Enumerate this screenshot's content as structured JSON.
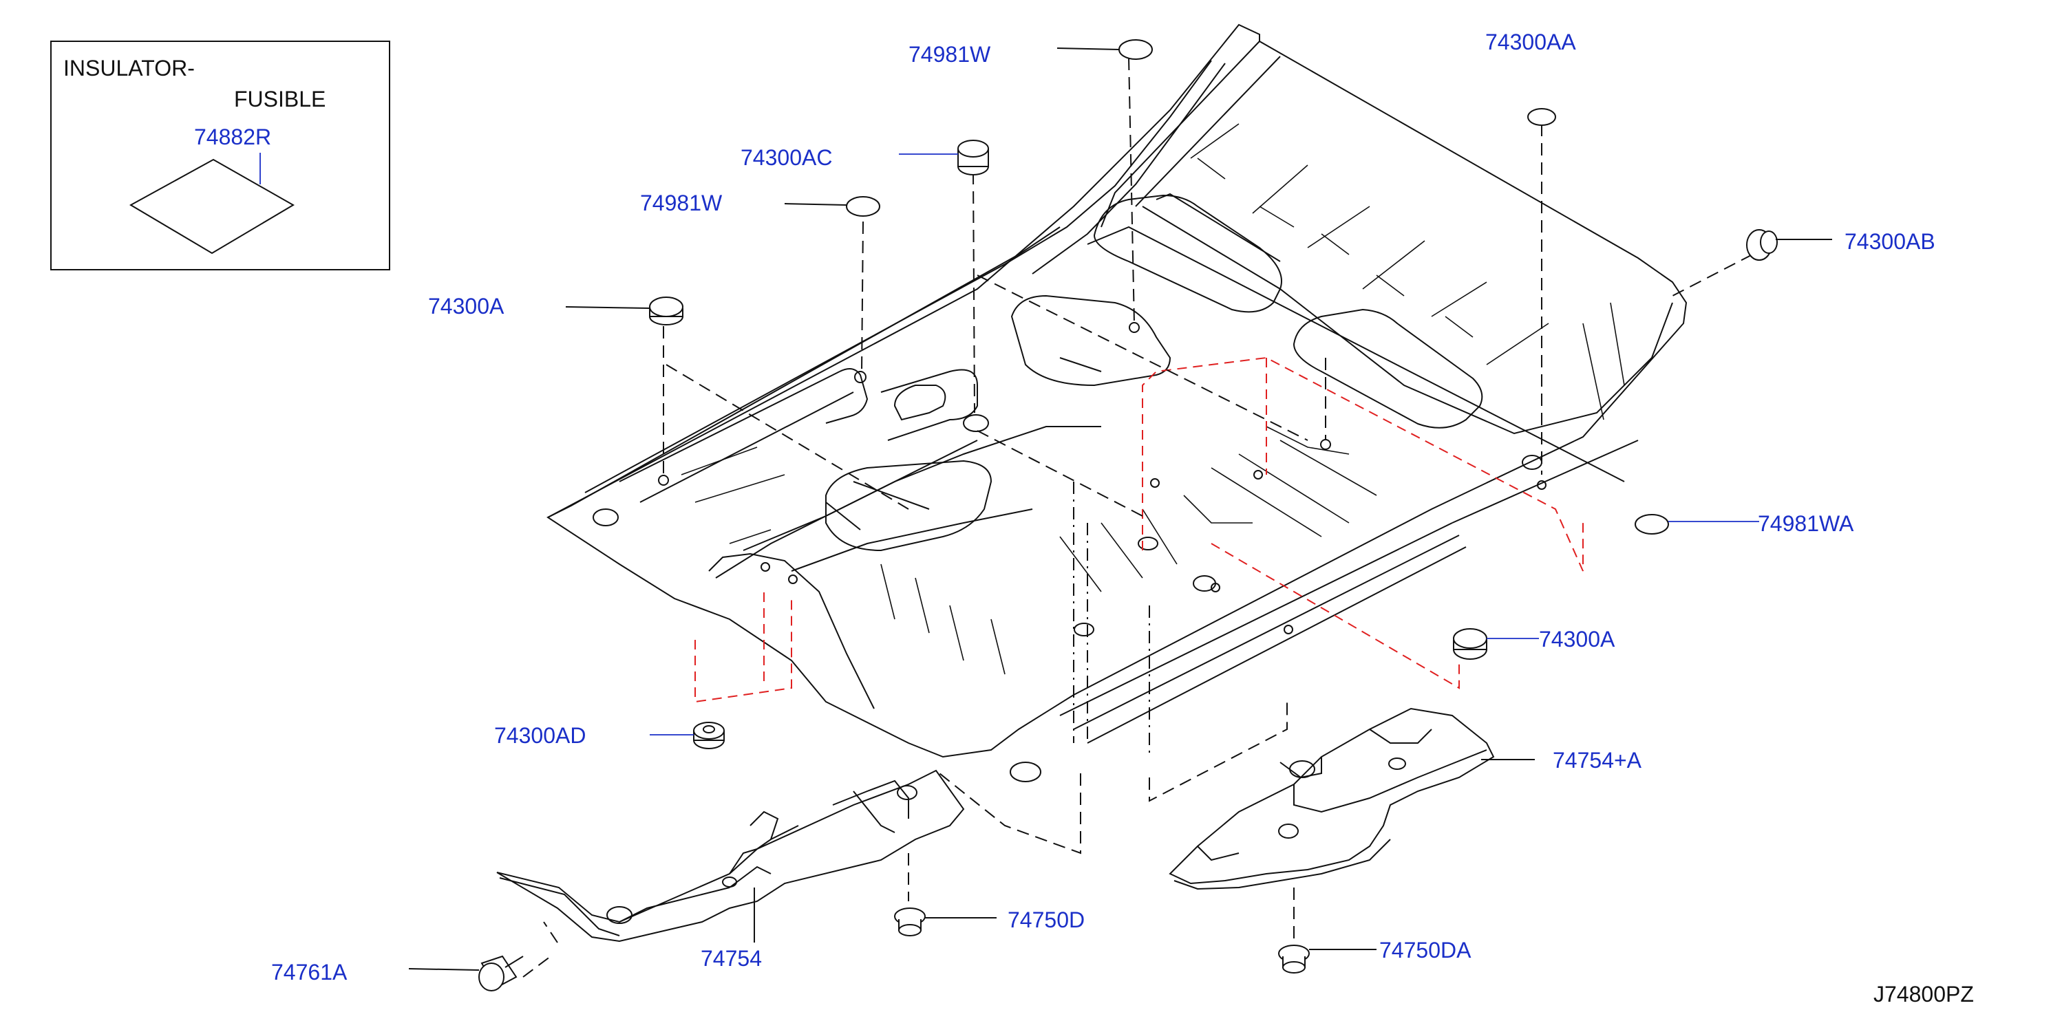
{
  "inset": {
    "title_line1": "INSULATOR-",
    "title_line2": "FUSIBLE",
    "part": "74882R"
  },
  "labels": {
    "p74981W_top": "74981W",
    "p74300AA": "74300AA",
    "p74300AC": "74300AC",
    "p74981W_mid": "74981W",
    "p74300AB": "74300AB",
    "p74300A_left": "74300A",
    "p74981WA": "74981WA",
    "p74300A_right": "74300A",
    "p74300AD": "74300AD",
    "p74754A": "74754+A",
    "p74750D": "74750D",
    "p74750DA": "74750DA",
    "p74761A": "74761A",
    "p74754": "74754"
  },
  "diagram_code": "J74800PZ",
  "colors": {
    "label": "#1a2fc8",
    "line": "#111111",
    "red_dash": "#e02020",
    "background": "#ffffff"
  }
}
